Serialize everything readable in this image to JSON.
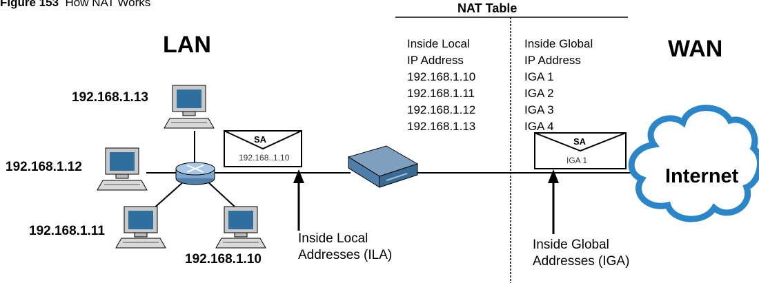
{
  "caption": {
    "number": "Figure 153",
    "title": "How NAT Works"
  },
  "lan_label": "LAN",
  "wan_label": "WAN",
  "nat_table": {
    "title": "NAT Table",
    "inside_local": [
      "Inside Local",
      "IP Address",
      "192.168.1.10",
      "192.168.1.11",
      "192.168.1.12",
      "192.168.1.13"
    ],
    "inside_global": [
      "Inside Global",
      "IP Address",
      "IGA 1",
      "IGA 2",
      "IGA 3",
      "IGA 4"
    ]
  },
  "hosts": {
    "ip13": "192.168.1.13",
    "ip12": "192.168.1.12",
    "ip11": "192.168.1.11",
    "ip10": "192.168.1.10"
  },
  "packet_lan": {
    "label": "SA",
    "address": "192.168..1.10"
  },
  "packet_wan": {
    "label": "SA",
    "address": "IGA 1"
  },
  "callouts": {
    "ila": [
      "Inside Local",
      "Addresses (ILA)"
    ],
    "iga": [
      "Inside Global",
      "Addresses (IGA)"
    ]
  },
  "internet_label": "Internet",
  "colors": {
    "monitor": "#2f6f9f",
    "device": "#4f7fa8",
    "cloud": "#2a86c8",
    "router": "#7ba7cf"
  }
}
